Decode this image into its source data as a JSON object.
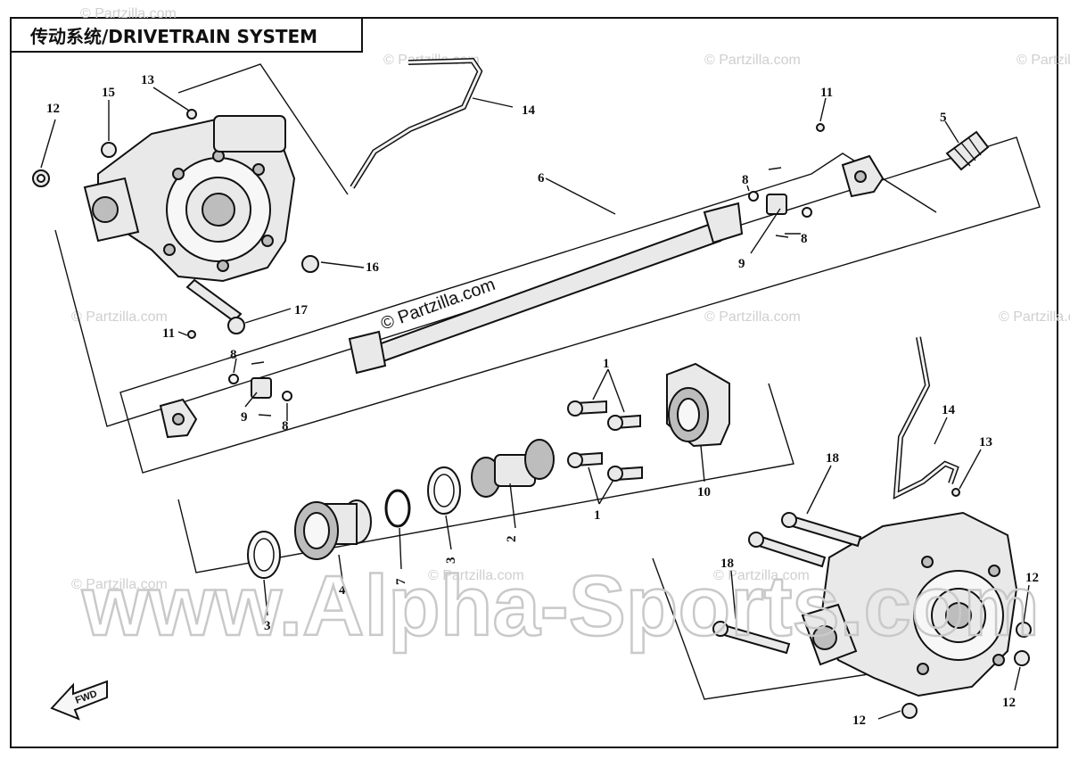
{
  "diagram": {
    "title": "传动系统/DRIVETRAIN SYSTEM",
    "direction_label": "FWD",
    "watermarks": {
      "partzilla": "© Partzilla.com",
      "partzilla_center": "© Partzilla.com",
      "alpha_sports": "www.Alpha-Sports.com"
    },
    "callouts": {
      "c1a": "1",
      "c1b": "1",
      "c2": "2",
      "c3a": "3",
      "c3b": "3",
      "c4": "4",
      "c5": "5",
      "c6": "6",
      "c7": "7",
      "c8a": "8",
      "c8b": "8",
      "c8c": "8",
      "c8d": "8",
      "c9a": "9",
      "c9b": "9",
      "c10": "10",
      "c11a": "11",
      "c11b": "11",
      "c12a": "12",
      "c12b": "12",
      "c12c": "12",
      "c12d": "12",
      "c13a": "13",
      "c13b": "13",
      "c14a": "14",
      "c14b": "14",
      "c15": "15",
      "c16": "16",
      "c17": "17",
      "c18a": "18",
      "c18b": "18"
    }
  }
}
